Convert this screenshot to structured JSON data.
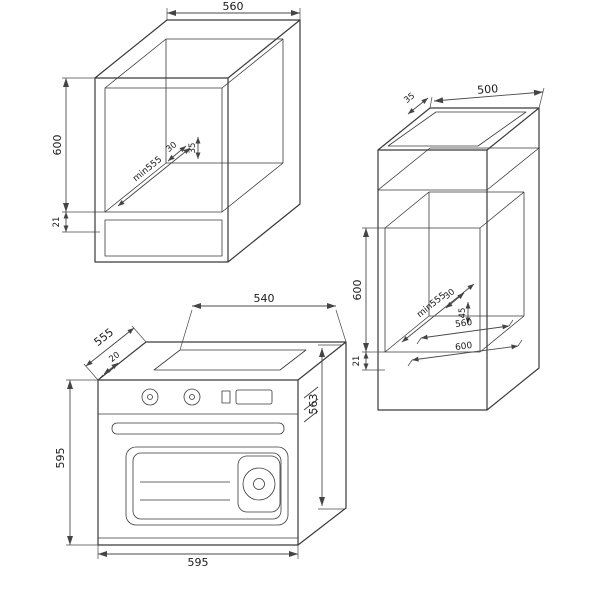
{
  "diagram": {
    "base_cabinet": {
      "width": "560",
      "height": "600",
      "plinth": "21",
      "depth_min": "min555",
      "gap_rear": "30",
      "gap_vent": "35"
    },
    "tall_cabinet": {
      "top_gap": "35",
      "top_width": "500",
      "niche_height": "600",
      "plinth": "21",
      "depth_min": "min555",
      "gap_rear": "30",
      "gap_vent": "45",
      "shelf_depth": "560",
      "total_depth": "600"
    },
    "oven": {
      "top_width": "540",
      "depth": "555",
      "setback": "20",
      "side_height": "563",
      "front_height": "595",
      "front_width": "595"
    }
  }
}
